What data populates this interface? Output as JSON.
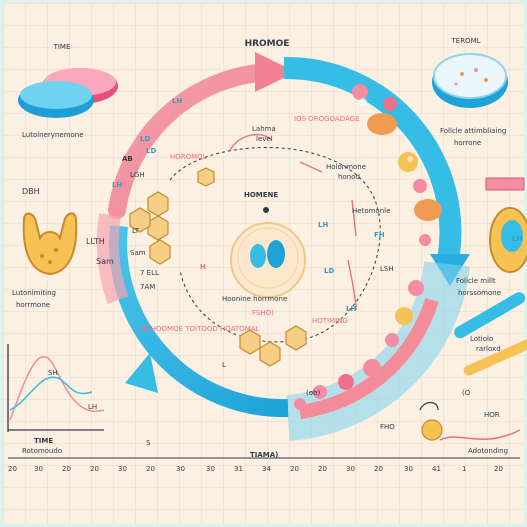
{
  "title": "HROMOE",
  "top_left_label": "TIME",
  "top_right_label": "TEROML",
  "left_labels": {
    "lutein": "Lutolnerynemone",
    "dbh": "DBH",
    "lth": "LLTH",
    "sam": "Sam",
    "luteinizing_1": "Lutonimiting",
    "luteinizing_2": "horrmone"
  },
  "right_labels": {
    "fsh_1": "Follcle attimbliaing",
    "fsh_2": "horrone",
    "follicle_1": "Folicle millt",
    "follicle_2": "horssomone",
    "note_1": "Lotiolo",
    "note_2": "rarloxd"
  },
  "cycle_labels": {
    "lahma": "Lahma",
    "level": "level",
    "gonad": "IOS OROGOADAGE",
    "holonmone": "Holonmone",
    "hond": "honod",
    "homene": "HOMENE",
    "hetomonle": "Hetomonle",
    "hoonine": "Hoonine horrmone",
    "fsho": "FSHO)",
    "hotiming": "HOTIMING",
    "protomal": "HOROMOL",
    "tothood": "HOHOOMOE TOITOOD HOATOMAL",
    "lgh": "LGH",
    "lt": "LT",
    "sam2": "Sam",
    "lsh": "LSH",
    "ebl": "7 ELL",
    "tam": "7AM",
    "l": "L"
  },
  "badges": [
    "LH",
    "LD",
    "LD",
    "AB",
    "LH",
    "FH",
    "LH",
    "LH",
    "LD",
    "H",
    "LH"
  ],
  "graph_labels": {
    "sh": "SH",
    "lh": "LH",
    "time": "TIME",
    "fho": "FHO",
    "q": "(O",
    "hor": "HOR",
    "ob": "(ob)",
    "tiama": "TIAMA)",
    "s": "S"
  },
  "bottom_left": "Rotomoudo",
  "bottom_right": "Adotonding",
  "axis_ticks": [
    "20",
    "30",
    "20",
    "20",
    "30",
    "20",
    "30",
    "30",
    "31",
    "34",
    "20",
    "20",
    "30",
    "20",
    "30",
    "41",
    "1",
    "20"
  ],
  "colors": {
    "blue": "#35bde5",
    "pink": "#f38b98",
    "paper": "#fbf0e2",
    "yellow": "#f5c253",
    "orange": "#f19a52"
  }
}
